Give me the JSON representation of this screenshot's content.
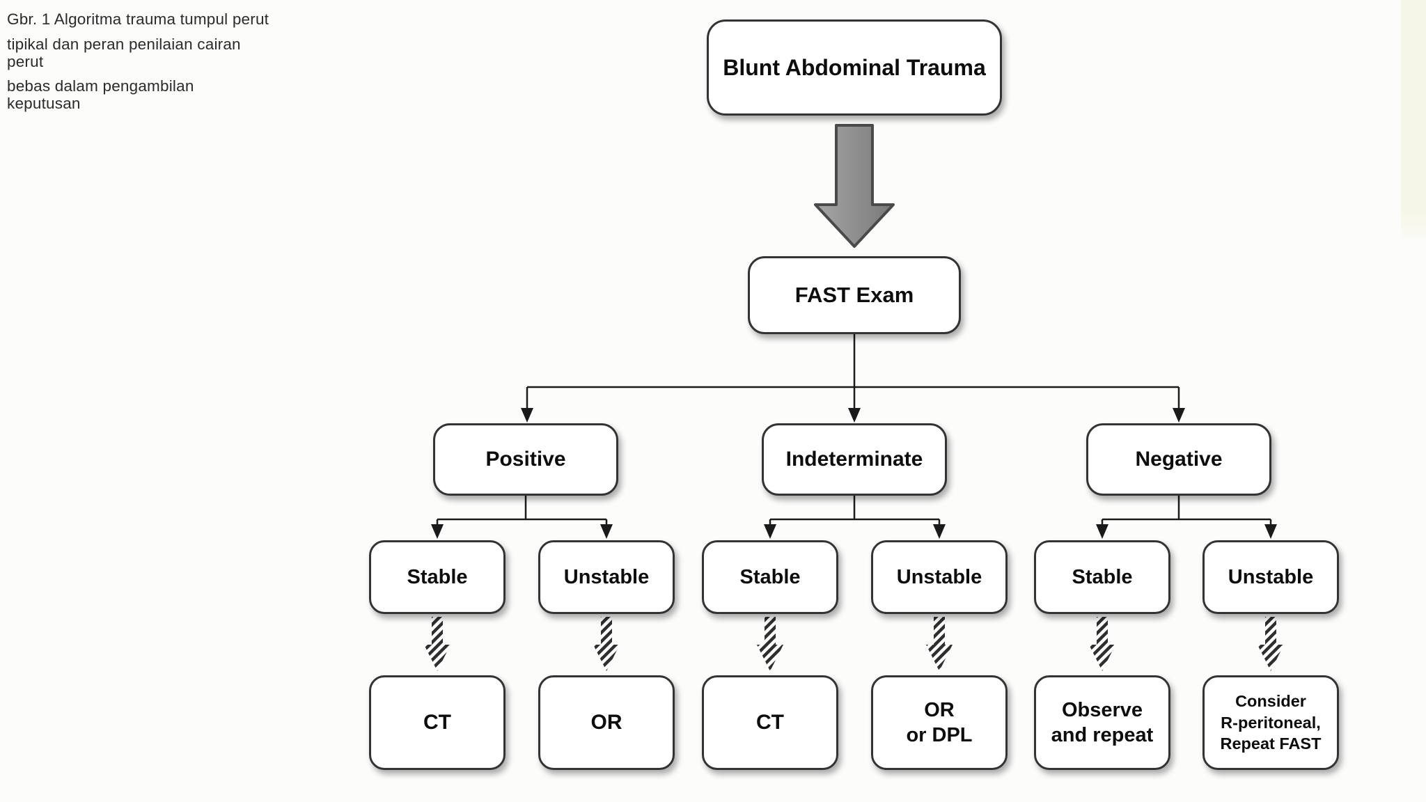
{
  "figure": {
    "caption_lines": [
      "Gbr. 1 Algoritma trauma tumpul perut",
      "tipikal dan peran penilaian cairan perut",
      "bebas dalam pengambilan keputusan"
    ]
  },
  "nodes": {
    "root": "Blunt Abdominal Trauma",
    "fast": "FAST Exam",
    "positive": "Positive",
    "indeterminate": "Indeterminate",
    "negative": "Negative",
    "positive_stable": "Stable",
    "positive_unstable": "Unstable",
    "indeterminate_stable": "Stable",
    "indeterminate_unstable": "Unstable",
    "negative_stable": "Stable",
    "negative_unstable": "Unstable",
    "positive_stable_outcome": "CT",
    "positive_unstable_outcome": "OR",
    "indeterminate_stable_outcome": "CT",
    "indeterminate_unstable_outcome_line1": "OR",
    "indeterminate_unstable_outcome_line2": "or DPL",
    "negative_stable_outcome_line1": "Observe",
    "negative_stable_outcome_line2": "and repeat",
    "negative_unstable_outcome_line1": "Consider",
    "negative_unstable_outcome_line2": "R-peritoneal,",
    "negative_unstable_outcome_line3": "Repeat FAST"
  },
  "edges": [
    {
      "from": "Blunt Abdominal Trauma",
      "to": "FAST Exam",
      "style": "large-gray-arrow"
    },
    {
      "from": "FAST Exam",
      "to": "Positive",
      "style": "thin-arrow"
    },
    {
      "from": "FAST Exam",
      "to": "Indeterminate",
      "style": "thin-arrow"
    },
    {
      "from": "FAST Exam",
      "to": "Negative",
      "style": "thin-arrow"
    },
    {
      "from": "Positive",
      "to": "Stable",
      "style": "thin-arrow"
    },
    {
      "from": "Positive",
      "to": "Unstable",
      "style": "thin-arrow"
    },
    {
      "from": "Indeterminate",
      "to": "Stable",
      "style": "thin-arrow"
    },
    {
      "from": "Indeterminate",
      "to": "Unstable",
      "style": "thin-arrow"
    },
    {
      "from": "Negative",
      "to": "Stable",
      "style": "thin-arrow"
    },
    {
      "from": "Negative",
      "to": "Unstable",
      "style": "thin-arrow"
    },
    {
      "from": "Stable (Positive)",
      "to": "CT",
      "style": "hatched-arrow"
    },
    {
      "from": "Unstable (Positive)",
      "to": "OR",
      "style": "hatched-arrow"
    },
    {
      "from": "Stable (Indeterminate)",
      "to": "CT",
      "style": "hatched-arrow"
    },
    {
      "from": "Unstable (Indeterminate)",
      "to": "OR or DPL",
      "style": "hatched-arrow"
    },
    {
      "from": "Stable (Negative)",
      "to": "Observe and repeat",
      "style": "hatched-arrow"
    },
    {
      "from": "Unstable (Negative)",
      "to": "Consider R-peritoneal, Repeat FAST",
      "style": "hatched-arrow"
    }
  ],
  "colors": {
    "page_background": "#fcfcfb",
    "box_fill": "#ffffff",
    "box_border": "#333333",
    "text": "#0d0d0d",
    "connector": "#1a1a1a",
    "big_arrow_fill": "#8d8d8d",
    "big_arrow_border": "#4a4a4a",
    "right_edge_strip": "#f6f6e6"
  }
}
